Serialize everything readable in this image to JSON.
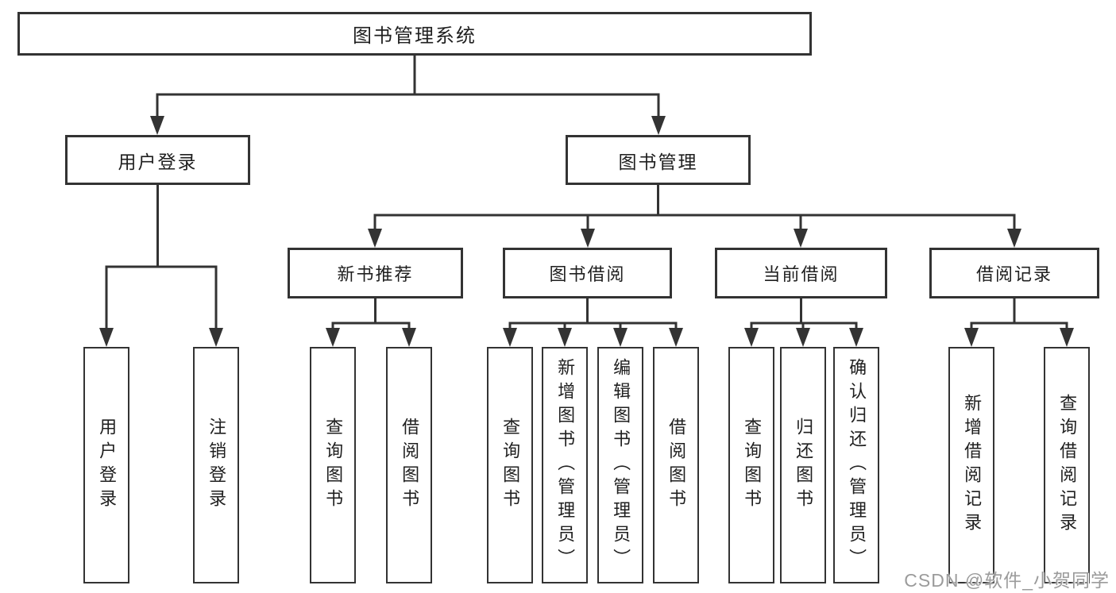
{
  "diagram": {
    "type": "hierarchy-tree",
    "root": "图书管理系统",
    "level2": [
      "用户登录",
      "图书管理"
    ],
    "login_children": [
      "用户登录",
      "注销登录"
    ],
    "level3": [
      "新书推荐",
      "图书借阅",
      "当前借阅",
      "借阅记录"
    ],
    "recommend_children": [
      "查询图书",
      "借阅图书"
    ],
    "borrow_children": [
      "查询图书",
      "新增图书（管理员）",
      "编辑图书（管理员）",
      "借阅图书"
    ],
    "current_children": [
      "查询图书",
      "归还图书",
      "确认归还（管理员）"
    ],
    "record_children": [
      "新增借阅记录",
      "查询借阅记录"
    ]
  },
  "watermark": "CSDN @软件_小贺同学",
  "colors": {
    "line": "#333333",
    "box_border": "#333333",
    "text": "#1f1f1f",
    "watermark": "#9b9b9b",
    "background": "#ffffff"
  }
}
